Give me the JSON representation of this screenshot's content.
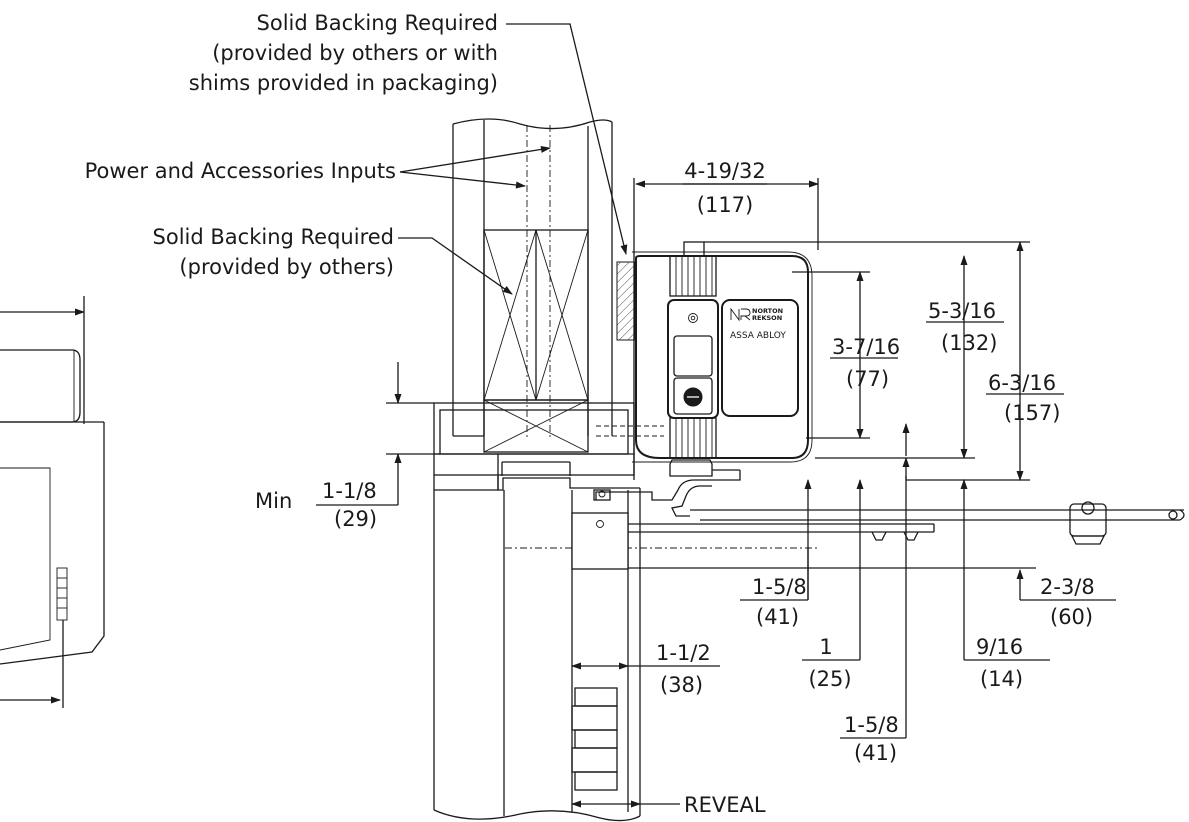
{
  "labels": {
    "backing_top": [
      "Solid Backing Required",
      "(provided by others or with",
      "shims provided in packaging)"
    ],
    "power_inputs": "Power and Accessories Inputs",
    "backing_mid": [
      "Solid Backing Required",
      "(provided by others)"
    ],
    "min_prefix": "Min",
    "reveal": "REVEAL"
  },
  "brand": {
    "line1": "NORTON",
    "line2": "REKSON",
    "line3": "ASSA ABLOY"
  },
  "dimensions": {
    "width_top": {
      "frac": "4-19/32",
      "mm": "(117)"
    },
    "height_small": {
      "frac": "3-7/16",
      "mm": "(77)"
    },
    "height_mid": {
      "frac": "5-3/16",
      "mm": "(132)"
    },
    "height_total": {
      "frac": "6-3/16",
      "mm": "(157)"
    },
    "min_gap": {
      "frac": "1-1/8",
      "mm": "(29)"
    },
    "arm_a": {
      "frac": "1-5/8",
      "mm": "(41)"
    },
    "arm_b": {
      "frac": "2-3/8",
      "mm": "(60)"
    },
    "arm_c": {
      "frac": "1",
      "mm": "(25)"
    },
    "arm_d": {
      "frac": "9/16",
      "mm": "(14)"
    },
    "arm_e": {
      "frac": "1-5/8",
      "mm": "(41)"
    },
    "stop": {
      "frac": "1-1/2",
      "mm": "(38)"
    }
  }
}
